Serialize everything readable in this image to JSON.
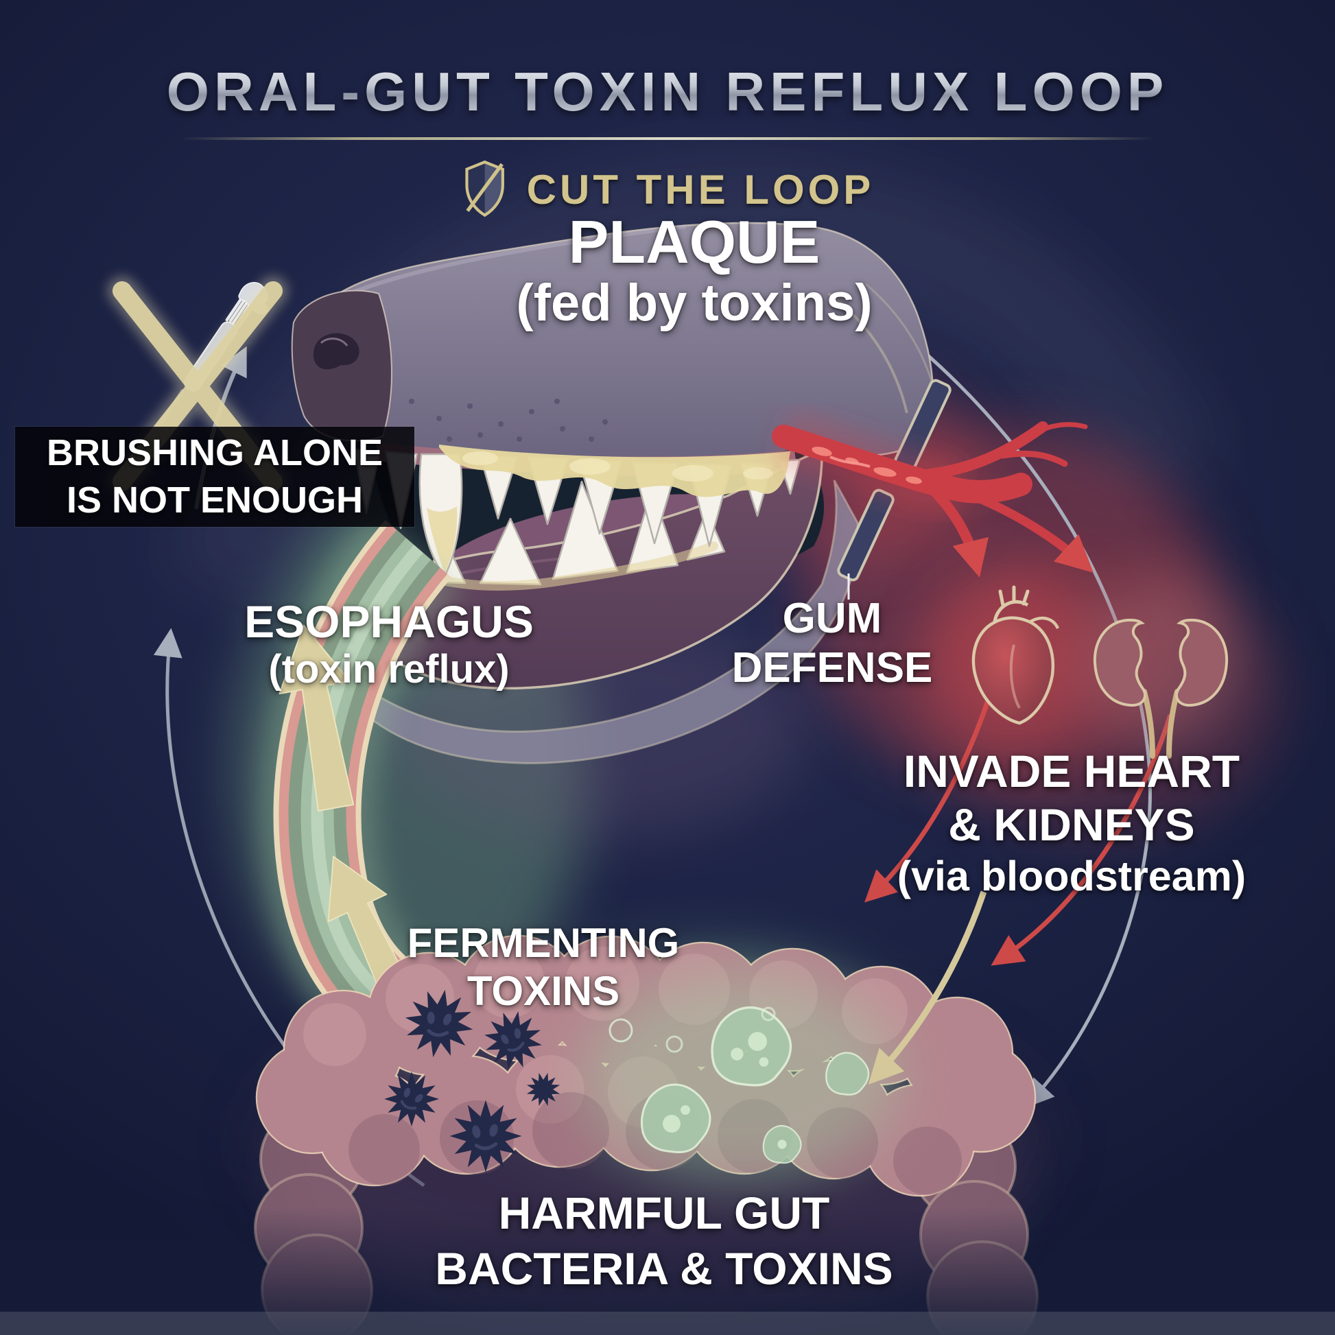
{
  "header": {
    "title": "ORAL-GUT TOXIN REFLUX LOOP",
    "subtitle": "CUT THE LOOP"
  },
  "labels": {
    "plaque": {
      "line1": "PLAQUE",
      "line2": "(fed by toxins)"
    },
    "brushing": {
      "line1": "BRUSHING ALONE",
      "line2": "IS NOT ENOUGH"
    },
    "gum_defense": {
      "line1": "GUM",
      "line2": "DEFENSE"
    },
    "esophagus": {
      "line1": "ESOPHAGUS",
      "line2": "(toxin reflux)"
    },
    "invade": {
      "line1": "INVADE HEART",
      "line2": "& KIDNEYS",
      "line3": "(via bloodstream)"
    },
    "fermenting": {
      "line1": "FERMENTING",
      "line2": "TOXINS"
    },
    "harmful": {
      "line1": "HARMFUL GUT",
      "line2": "BACTERIA & TOXINS"
    }
  },
  "colors": {
    "background": "#1d2345",
    "title_silver": "#c9cdd8",
    "accent_gold": "#d2c48c",
    "label_white": "#ffffff",
    "caption_box": "rgba(3,4,8,0.86)",
    "vessel_red": "#cb3e46",
    "loop_arrow_gray": "#a7aebc",
    "reflux_arrow_tan": "#d9cfa0",
    "esophagus_pink": "#d89a92",
    "esophagus_glow_green": "#8fae96",
    "intestine_pink": "#b4858e",
    "intestine_outline": "#ecd0b6",
    "bacteria_navy": "#232949",
    "toxin_green": "#a8c8ab",
    "plaque_yellow": "#e5d79e",
    "organ_outline": "#dcc9a9"
  },
  "icons": [
    "shield-slash-icon",
    "toothbrush-icon",
    "x-mark-icon",
    "dog-mouth-icon",
    "gum-barrier-icon",
    "blood-vessel-icon",
    "heart-icon",
    "kidneys-icon",
    "esophagus-icon",
    "reflux-arrow-icon",
    "intestines-icon",
    "bacteria-icon",
    "toxin-blob-icon",
    "loop-arrow-icon"
  ]
}
